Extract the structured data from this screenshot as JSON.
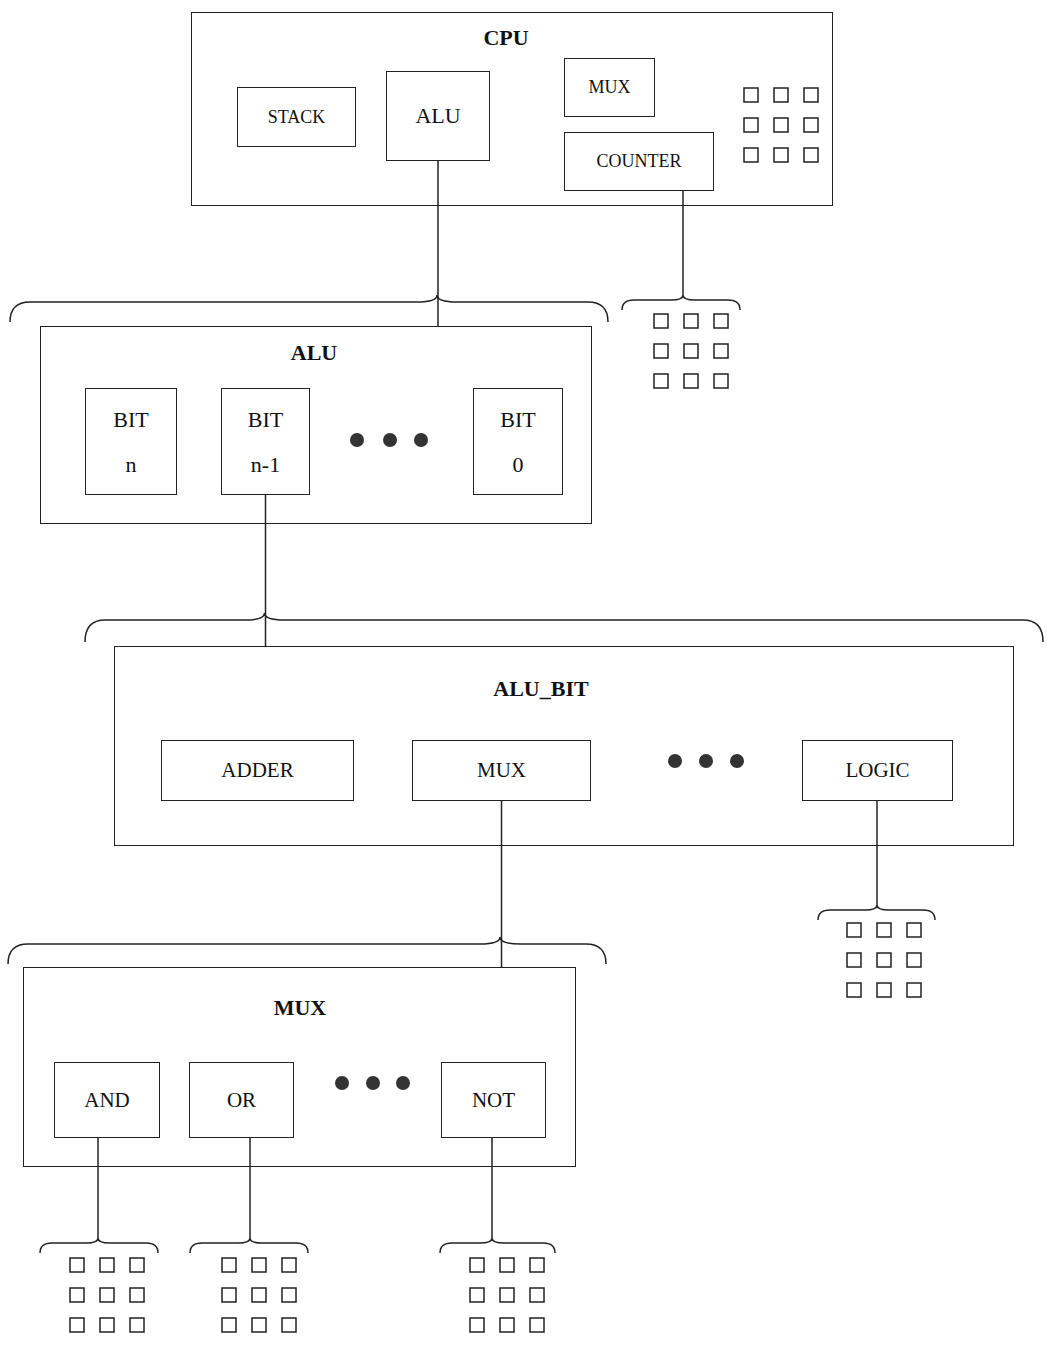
{
  "diagram": {
    "nodes": [
      {
        "text": [
          "CPU"
        ]
      },
      {
        "text": [
          "STACK"
        ],
        "in": 0
      },
      {
        "text": [
          "ALU"
        ],
        "in": 0
      },
      {
        "text": [
          "MUX"
        ],
        "in": 0
      },
      {
        "text": [
          "COUNTER"
        ],
        "in": 0
      },
      {
        "text": [
          "ALU"
        ]
      },
      {
        "text": [
          "BIT n"
        ],
        "in": 5
      },
      {
        "text": [
          "BIT n-1"
        ],
        "in": 5
      },
      {
        "text": [
          "BIT 0"
        ],
        "in": 5
      },
      {
        "text": [
          "ALU_BIT"
        ]
      },
      {
        "text": [
          "ADDER"
        ],
        "in": 9
      },
      {
        "text": [
          "MUX"
        ],
        "in": 9
      },
      {
        "text": [
          "LOGIC"
        ],
        "in": 9
      },
      {
        "text": [
          "MUX"
        ]
      },
      {
        "text": [
          "AND"
        ],
        "in": 13
      },
      {
        "text": [
          "OR"
        ],
        "in": 13
      },
      {
        "text": [
          "NOT"
        ],
        "in": 13
      }
    ],
    "edges": [
      {
        "from": 2,
        "to": 5,
        "arrow": "none"
      },
      {
        "from": 7,
        "to": 9,
        "arrow": "none"
      },
      {
        "from": 11,
        "to": 13,
        "arrow": "none"
      }
    ]
  }
}
